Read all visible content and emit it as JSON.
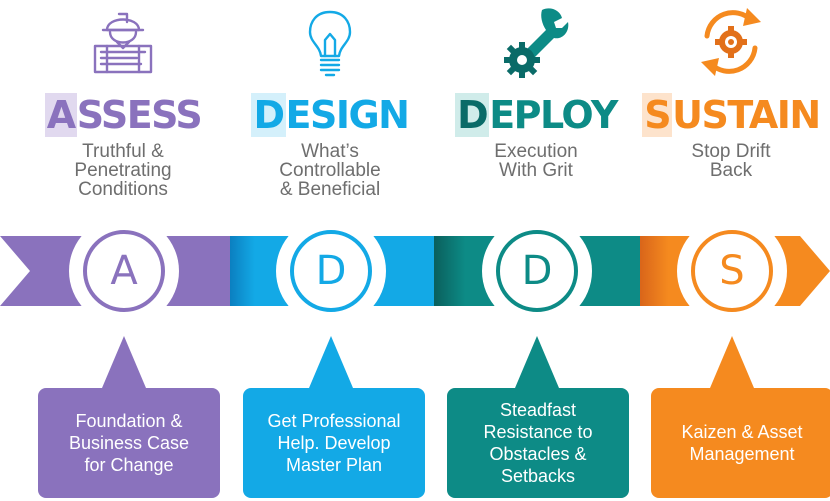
{
  "colors": {
    "assess": "#8a72bd",
    "assess_light": "#e1d9ef",
    "design": "#13a9e6",
    "design_light": "#d4f0fb",
    "deploy": "#0d8b86",
    "deploy_dark": "#0a6b68",
    "deploy_light": "#d0ecea",
    "sustain": "#f58a1f",
    "sustain_dark": "#e2701a",
    "sustain_light": "#fde3cc",
    "subtitle": "#6e6e6e"
  },
  "phases": [
    {
      "id": "assess",
      "icon": "engineer-blueprint-icon",
      "title_first": "A",
      "title_rest": "SSESS",
      "subtitle": [
        "Truthful &",
        "Penetrating",
        "Conditions"
      ],
      "letter": "A",
      "card": [
        "Foundation &",
        "Business Case",
        "for Change"
      ]
    },
    {
      "id": "design",
      "icon": "lightbulb-icon",
      "title_first": "D",
      "title_rest": "ESIGN",
      "subtitle": [
        "What’s",
        "Controllable",
        "& Beneficial"
      ],
      "letter": "D",
      "card": [
        "Get Professional",
        "Help. Develop",
        "Master Plan"
      ]
    },
    {
      "id": "deploy",
      "icon": "wrench-gear-icon",
      "title_first": "D",
      "title_rest": "EPLOY",
      "subtitle": [
        "Execution",
        "With Grit"
      ],
      "letter": "D",
      "card": [
        "Steadfast",
        "Resistance to",
        "Obstacles &",
        "Setbacks"
      ]
    },
    {
      "id": "sustain",
      "icon": "cycle-gear-icon",
      "title_first": "S",
      "title_rest": "USTAIN",
      "subtitle": [
        "Stop Drift",
        "Back"
      ],
      "letter": "S",
      "card": [
        "Kaizen & Asset",
        "Management"
      ]
    }
  ]
}
